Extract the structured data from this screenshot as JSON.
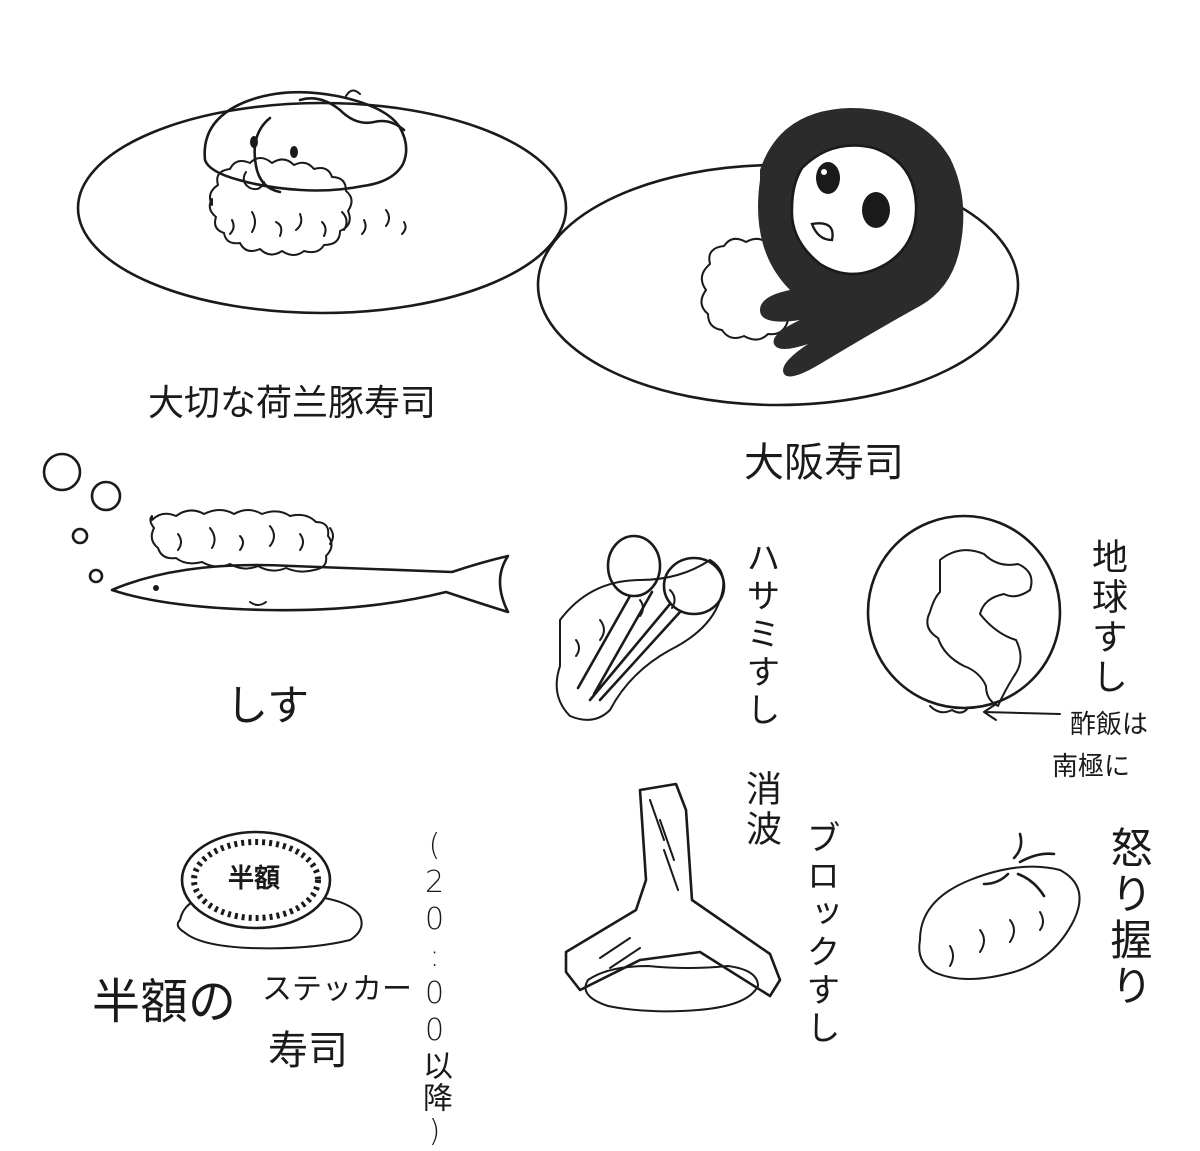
{
  "labels": {
    "dutch_pig": "大切な荷兰豚寿司",
    "osaka": "大阪寿司",
    "shisu": "しす",
    "scissors": "ハサミすし",
    "earth": "地球すし",
    "earth_note_line1": "酢飯は",
    "earth_note_line2": "南極に",
    "sticker_main": "半額の",
    "sticker_small": "ステッカー",
    "sticker_bottom": "寿司",
    "sticker_time": "(20:00以降)",
    "sticker_stamp": "半額",
    "tetrapod_line1": "消波",
    "tetrapod_line2": "ブロックすし",
    "angry": "怒り握り"
  },
  "colors": {
    "ink": "#1a1a1a",
    "paper": "#ffffff",
    "hair": "#2b2b2b"
  }
}
